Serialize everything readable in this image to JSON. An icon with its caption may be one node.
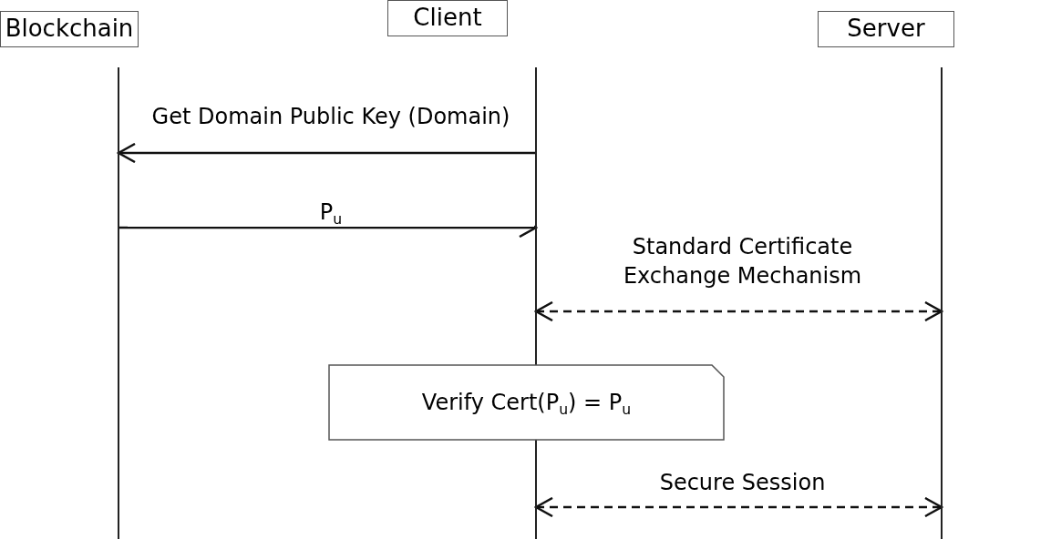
{
  "diagram": {
    "nodes": [
      {
        "text": [
          "Blockchain"
        ]
      },
      {
        "text": [
          "Client"
        ]
      },
      {
        "text": [
          "Server"
        ]
      },
      {
        "text": [
          "Verify Cert(P$_{u}$) = P$_{u}$"
        ]
      }
    ],
    "edges": [
      {
        "from": 1,
        "to": 0,
        "arrow": "to",
        "label": "Get Domain Public Key (Domain)"
      },
      {
        "from": 0,
        "to": 1,
        "arrow": "to",
        "label": "P$_{u}$"
      },
      {
        "from": 1,
        "to": 2,
        "arrow": "both",
        "style": "dashed",
        "label": "Standard Certificate Exchange Mechanism"
      },
      {
        "from": 1,
        "to": 2,
        "arrow": "both",
        "style": "dashed",
        "label": "Secure Session"
      }
    ]
  }
}
